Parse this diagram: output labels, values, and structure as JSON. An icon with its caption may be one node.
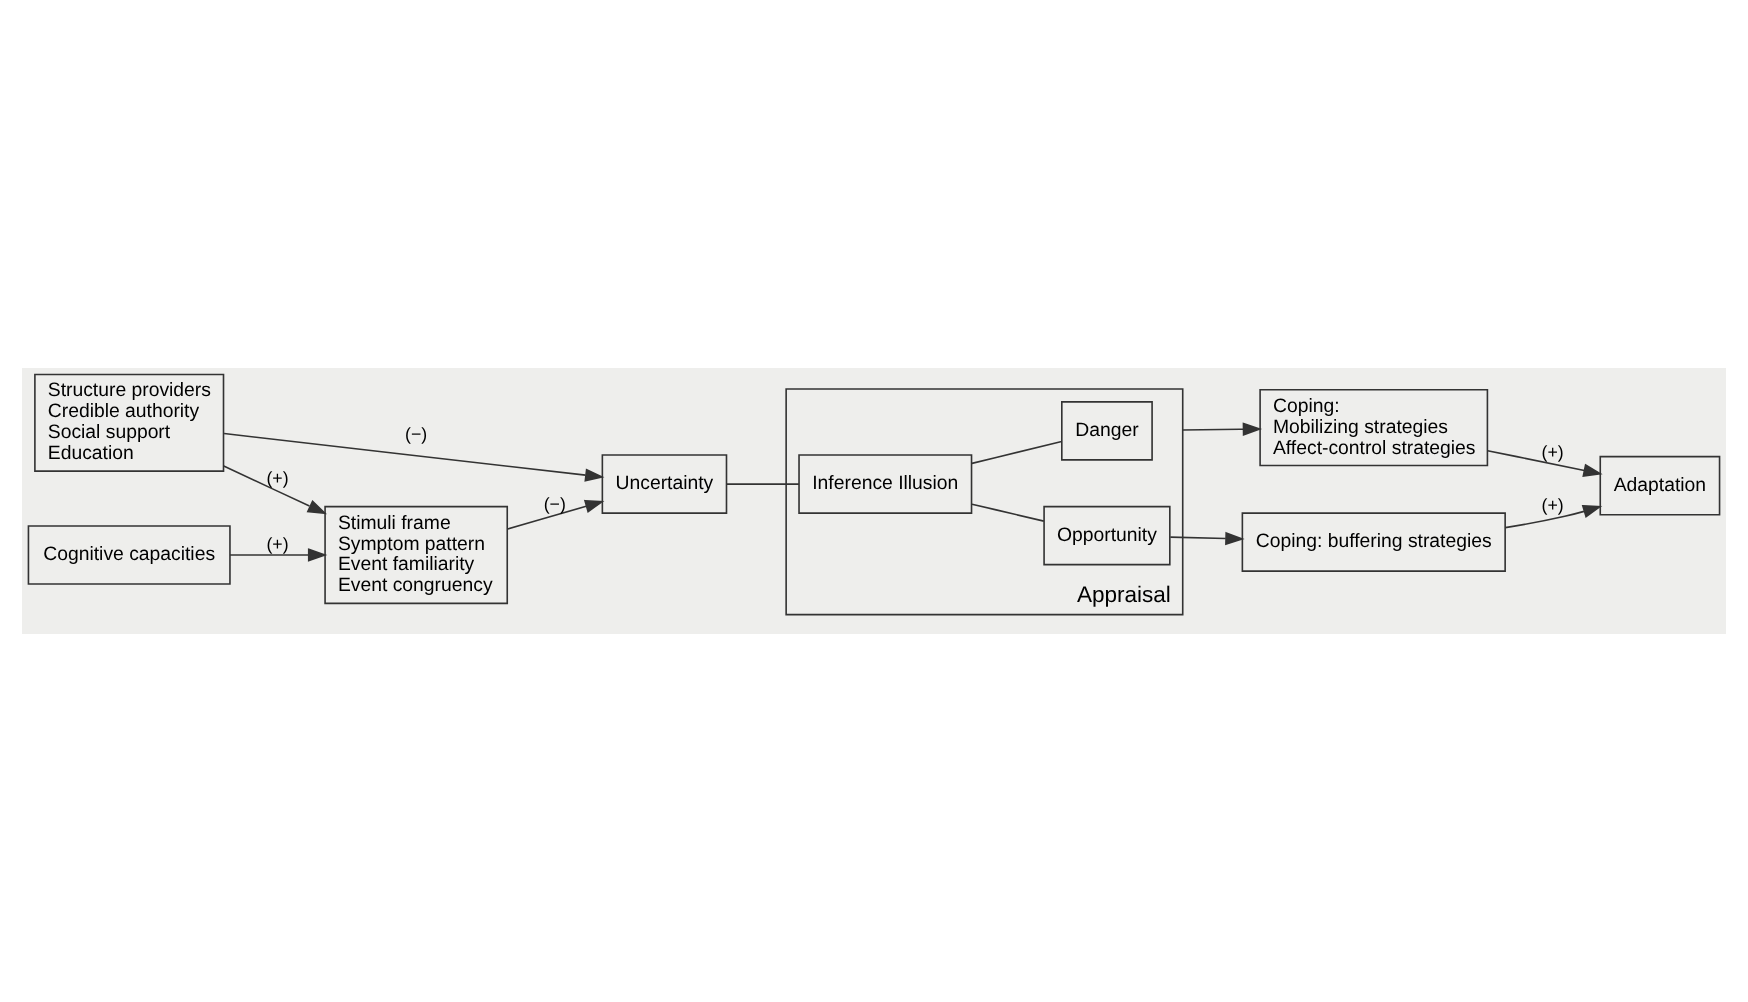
{
  "diagram": {
    "nodes": [
      {
        "text": [
          "Stimuli frame",
          "Symptom pattern",
          "Event familiarity",
          "Event congruency"
        ]
      },
      {
        "text": [
          "Uncertainty"
        ]
      },
      {
        "text": [
          "Appraisal"
        ]
      },
      {
        "text": [
          "Inference Illusion"
        ],
        "in": 2
      },
      {
        "text": [
          "Danger"
        ],
        "in": 2
      },
      {
        "text": [
          "Opportunity"
        ],
        "in": 2
      },
      {
        "text": [
          "Coping:",
          "Mobilizing strategies",
          "Affect-control strategies"
        ]
      },
      {
        "text": [
          "Adaptation"
        ]
      },
      {
        "text": [
          "Coping: buffering strategies"
        ]
      },
      {
        "text": [
          "Cognitive capacities"
        ]
      },
      {
        "text": [
          "Structure providers",
          "Credible authority",
          "Social support",
          "Education"
        ]
      }
    ],
    "edges": [
      {
        "from": 0,
        "to": 1,
        "arrow": "to",
        "label": "(−)"
      },
      {
        "from": 1,
        "to": 3,
        "arrow": "none"
      },
      {
        "from": 3,
        "to": 4,
        "arrow": "none"
      },
      {
        "from": 3,
        "to": 5,
        "arrow": "none"
      },
      {
        "from": 2,
        "to": 6,
        "arrow": "to"
      },
      {
        "from": 5,
        "to": 8,
        "arrow": "to"
      },
      {
        "from": 6,
        "to": 7,
        "arrow": "to",
        "label": "(+)"
      },
      {
        "from": 8,
        "to": 7,
        "arrow": "to",
        "label": "(+)"
      },
      {
        "from": 9,
        "to": 0,
        "arrow": "to",
        "label": "(+)"
      },
      {
        "from": 10,
        "to": 0,
        "arrow": "to",
        "label": "(+)"
      },
      {
        "from": 10,
        "to": 1,
        "arrow": "to",
        "label": "(−)"
      }
    ]
  }
}
